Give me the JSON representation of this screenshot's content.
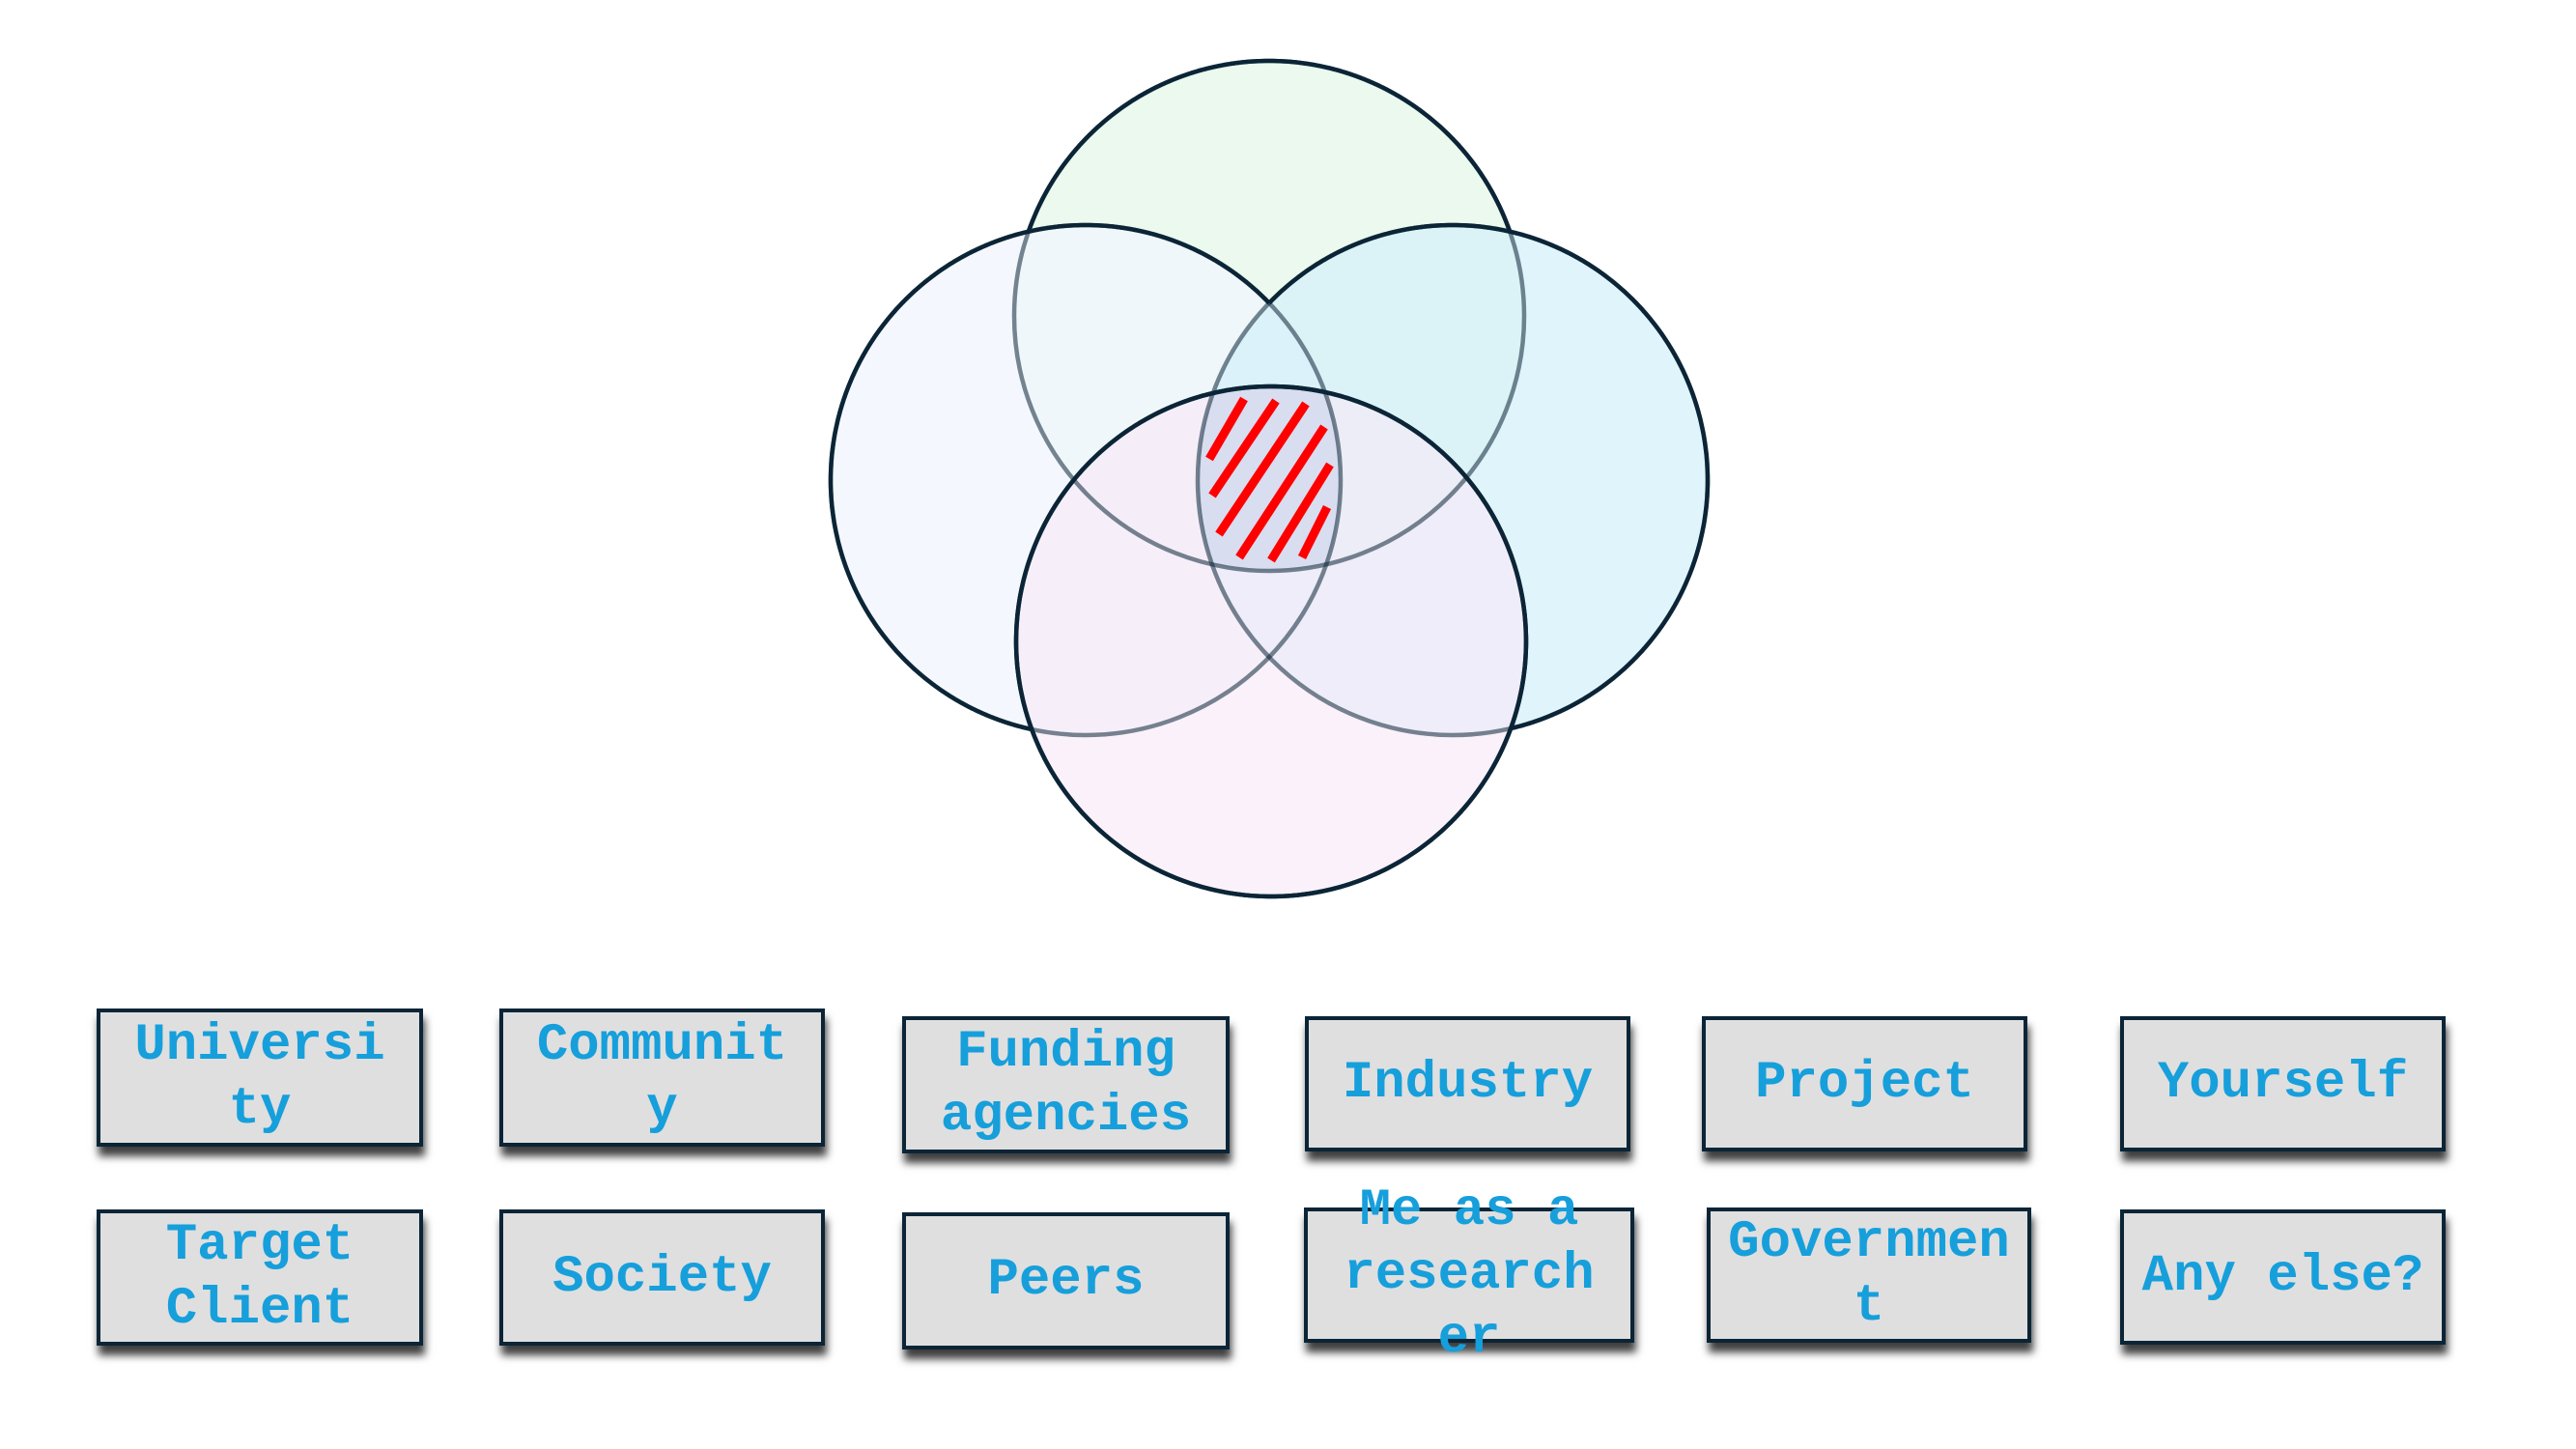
{
  "diagram": {
    "type": "venn",
    "circles": [
      {
        "id": "top",
        "fill": "#ebf9ee"
      },
      {
        "id": "left",
        "fill": "#f0f5fd"
      },
      {
        "id": "right",
        "fill": "#d5f0fa"
      },
      {
        "id": "bottom",
        "fill": "#f8eaf8"
      }
    ],
    "outline_color": "#0b2537",
    "center_hatch_color": "#ff0000",
    "center_region": "intersection of all four circles (hatched)"
  },
  "labels": {
    "text_color": "#169fdb",
    "box_fill": "#dfdfdf",
    "row1": [
      {
        "text": "Universi\nty"
      },
      {
        "text": "Communit\ny"
      },
      {
        "text": "Funding\nagencies"
      },
      {
        "text": "Industry"
      },
      {
        "text": "Project"
      },
      {
        "text": "Yourself"
      }
    ],
    "row2": [
      {
        "text": "Target\nClient"
      },
      {
        "text": "Society"
      },
      {
        "text": "Peers"
      },
      {
        "text": "Me as a\nresearch\ner"
      },
      {
        "text": "Governmen\nt"
      },
      {
        "text": "Any else?"
      }
    ]
  }
}
